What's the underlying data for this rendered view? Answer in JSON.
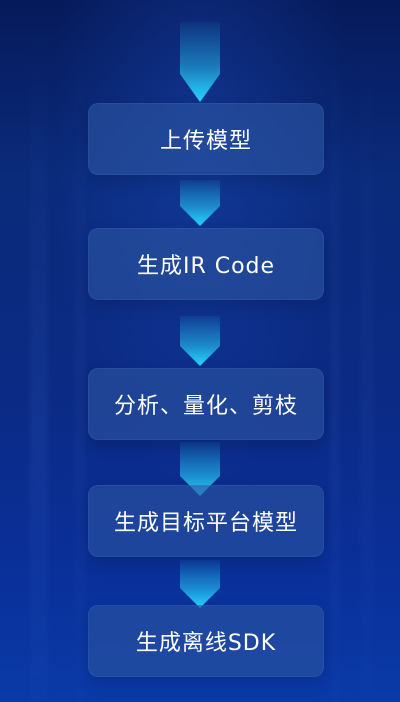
{
  "flow": {
    "steps": [
      {
        "label": "上传模型"
      },
      {
        "label": "生成IR Code"
      },
      {
        "label": "分析、量化、剪枝"
      },
      {
        "label": "生成目标平台模型"
      },
      {
        "label": "生成离线SDK"
      }
    ]
  },
  "colors": {
    "background_top": "#061a5a",
    "background_bottom": "#0a3aa8",
    "step_fill": "#2c54a0",
    "arrow_cyan": "#28d6ff",
    "text": "#ffffff"
  },
  "icons": {
    "connector": "down-arrow-chevron-icon"
  }
}
